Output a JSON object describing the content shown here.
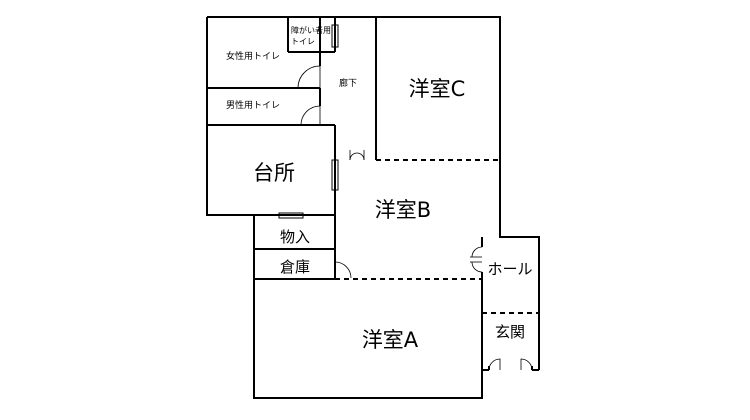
{
  "rooms": {
    "room_a": "洋室A",
    "room_b": "洋室B",
    "room_c": "洋室C",
    "kitchen": "台所",
    "storage_items": "物入",
    "warehouse": "倉庫",
    "hall": "ホール",
    "entrance": "玄関",
    "corridor": "廊下",
    "womens_toilet": "女性用トイレ",
    "mens_toilet": "男性用トイレ",
    "accessible_toilet_line1": "障がい者用",
    "accessible_toilet_line2": "トイレ"
  }
}
